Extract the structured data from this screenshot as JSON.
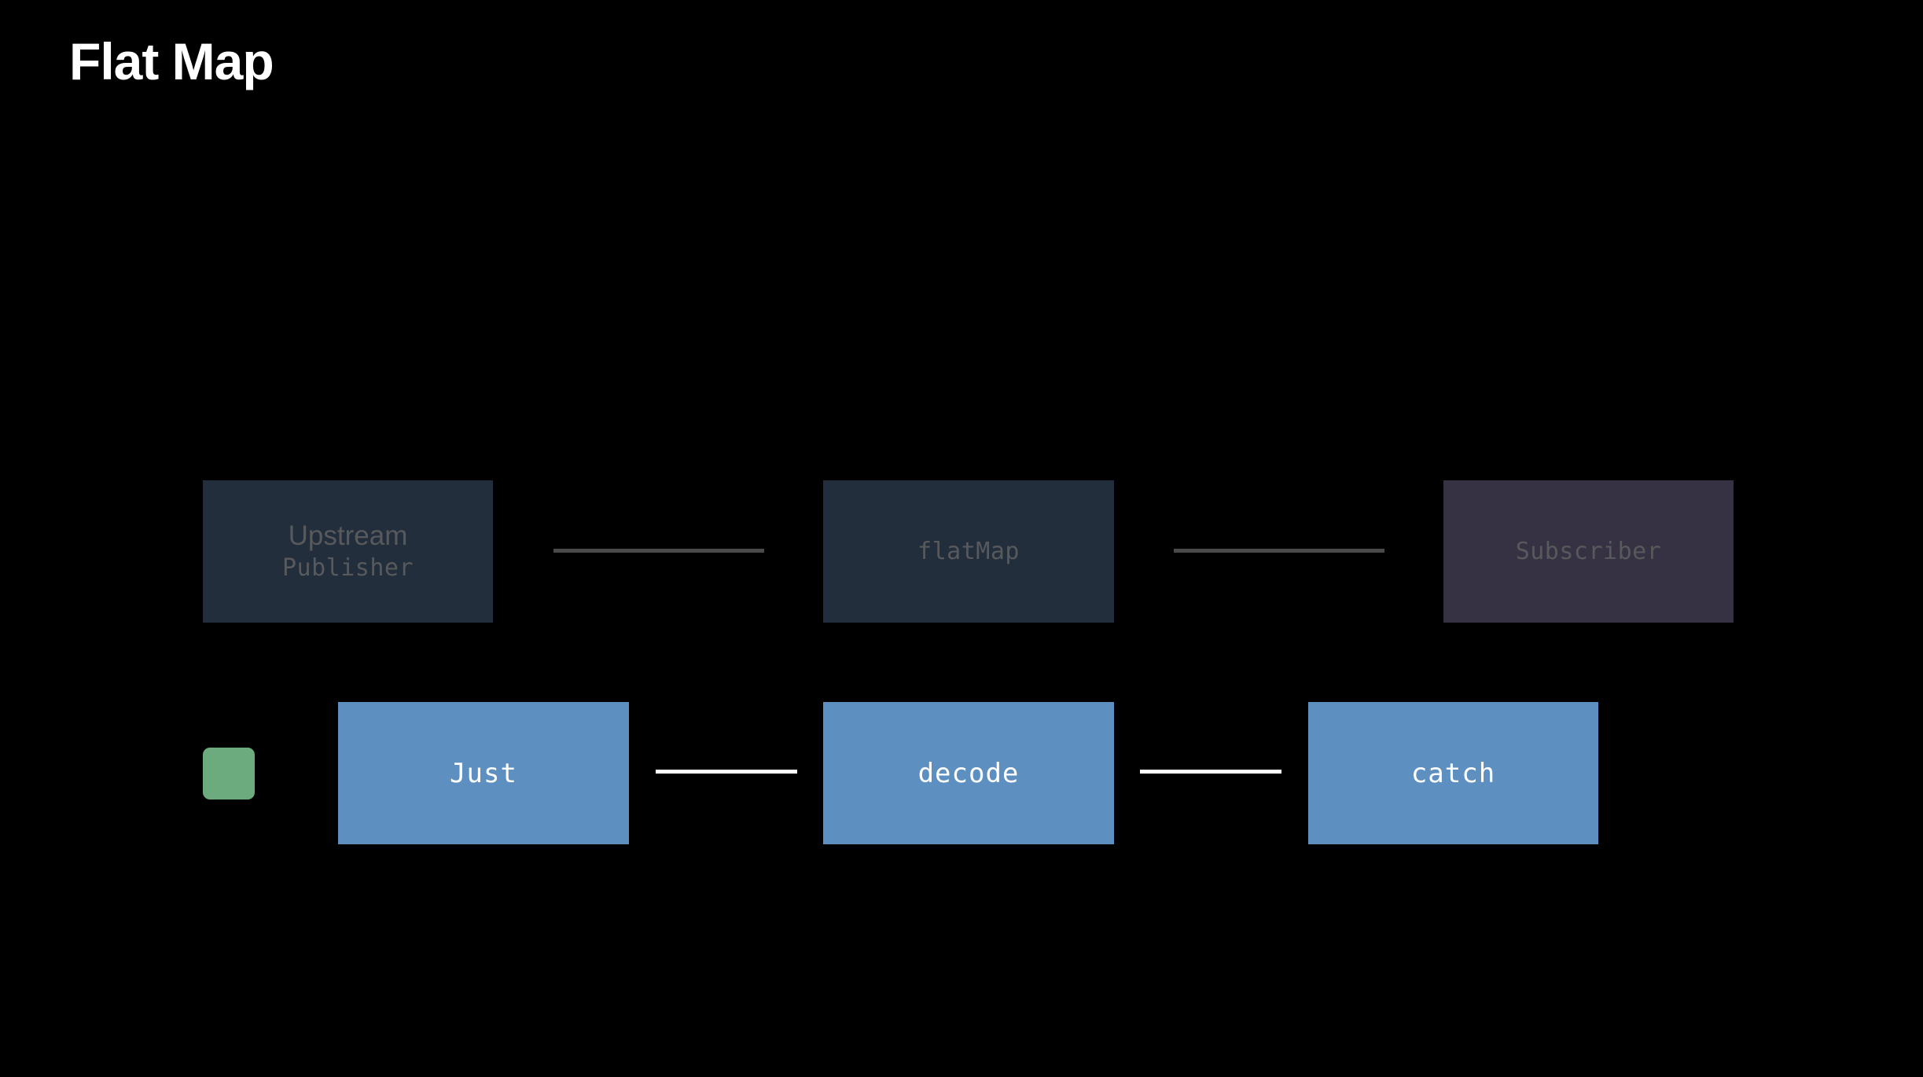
{
  "slide": {
    "title": "Flat Map",
    "background_color": "#000000"
  },
  "palette": {
    "title_color": "#ffffff",
    "dim_box_color": "#222e3c",
    "subscriber_box_color": "#363243",
    "dim_text_color": "#57595c",
    "active_box_color": "#5d90c0",
    "active_text_color": "#ffffff",
    "dim_connector_color": "#4a4a4a",
    "bright_connector_color": "#ffffff",
    "value_chip_color": "#6cab7d"
  },
  "template_row": {
    "role": "abstract-combine-pipeline",
    "nodes": [
      {
        "id": "upstream-publisher",
        "label_line_1": "Upstream",
        "label_line_2": "Publisher",
        "tone": "navy"
      },
      {
        "id": "flatmap-operator",
        "label": "flatMap",
        "tone": "navy"
      },
      {
        "id": "subscriber",
        "label": "Subscriber",
        "tone": "purple"
      }
    ]
  },
  "concrete_row": {
    "role": "concrete-combine-pipeline",
    "value_chip": {
      "id": "input-value",
      "label": ""
    },
    "nodes": [
      {
        "id": "just-publisher",
        "label": "Just"
      },
      {
        "id": "decode-operator",
        "label": "decode"
      },
      {
        "id": "catch-operator",
        "label": "catch"
      }
    ]
  }
}
